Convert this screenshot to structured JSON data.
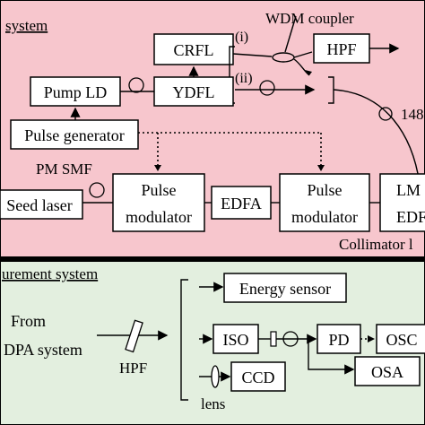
{
  "colors": {
    "upper_panel": "#f7c6cd",
    "lower_panel": "#e3efdf",
    "border": "#000000"
  },
  "upper": {
    "section_title": "system",
    "wdm_coupler": "WDM coupler",
    "crfl": "CRFL",
    "hpf": "HPF",
    "branch_i": "(i)",
    "branch_ii": "(ii)",
    "pump_ld": "Pump LD",
    "ydfl": "YDFL",
    "pulse_generator": "Pulse generator",
    "pm_smf": "PM SMF",
    "seed_laser": "Seed laser",
    "pulse_modulator_1": [
      "Pulse",
      "modulator"
    ],
    "edfa": "EDFA",
    "pulse_modulator_2": [
      "Pulse",
      "modulator"
    ],
    "lm_box": [
      "LM",
      "EDF"
    ],
    "label_148": "148",
    "collimator": "Collimator l"
  },
  "lower": {
    "section_title": "urement system",
    "from_line1": "From",
    "from_line2": "DPA system",
    "hpf": "HPF",
    "energy_sensor": "Energy sensor",
    "iso": "ISO",
    "pd": "PD",
    "osc": "OSC",
    "osa": "OSA",
    "ccd": "CCD",
    "lens": "lens"
  }
}
